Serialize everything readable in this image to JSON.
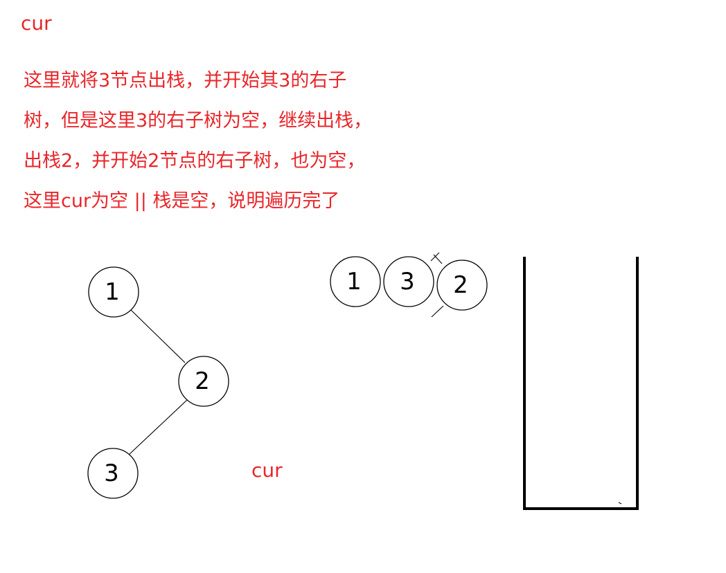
{
  "labels": {
    "top_cur": "cur",
    "pointer_cur": "cur"
  },
  "explanation_lines": [
    "这里就将3节点出栈，并开始其3的右子",
    "树，但是这里3的右子树为空，继续出栈，",
    "出栈2，并开始2节点的右子树，也为空，",
    "这里cur为空 || 栈是空，说明遍历完了"
  ],
  "tree": {
    "nodes": [
      {
        "id": "1",
        "label": "1"
      },
      {
        "id": "2",
        "label": "2"
      },
      {
        "id": "3",
        "label": "3"
      }
    ],
    "edges": [
      {
        "from": "1",
        "to": "2"
      },
      {
        "from": "2",
        "to": "3"
      }
    ]
  },
  "popped_sequence": [
    "1",
    "3",
    "2"
  ],
  "stack": {
    "contents": []
  },
  "colors": {
    "annotation": "#e8262a",
    "stroke": "#000000",
    "background": "#ffffff"
  }
}
